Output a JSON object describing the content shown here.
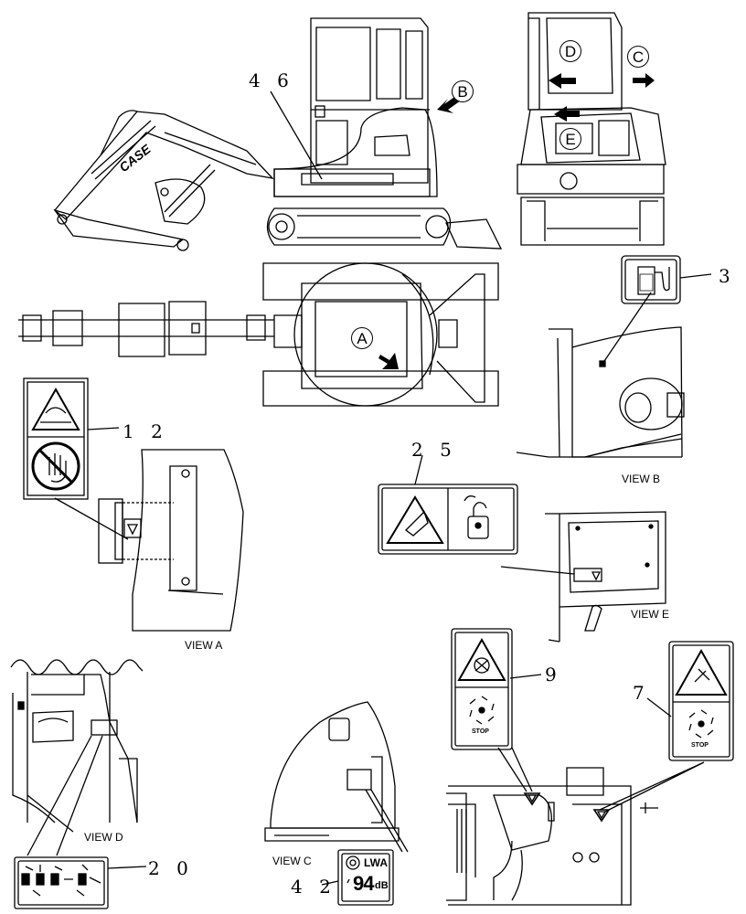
{
  "diagram": {
    "callout_numbers": {
      "n46": "4 6",
      "n3": "3",
      "n12": "1 2",
      "n25": "2 5",
      "n9": "9",
      "n7": "7",
      "n20": "2 0",
      "n42": "4 2"
    },
    "view_letters": {
      "a": "A",
      "b": "B",
      "c": "C",
      "d": "D",
      "e": "E"
    },
    "view_titles": {
      "a": "VIEW A",
      "b": "VIEW B",
      "c": "VIEW C",
      "d": "VIEW D",
      "e": "VIEW E"
    },
    "decal_text": {
      "stop_9": "STOP",
      "stop_7": "STOP",
      "lwa": "LWA",
      "lwa_value": "94",
      "lwa_unit": "dB",
      "brand": "CASE"
    },
    "icons": [
      "hand-crush-warning-icon",
      "no-touch-icon",
      "crush-warning-icon",
      "unlock-icon",
      "fuel-pump-icon",
      "fan-entanglement-icon",
      "rotating-fan-icon",
      "sound-power-icon"
    ]
  }
}
